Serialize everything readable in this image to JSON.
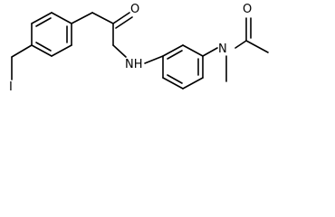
{
  "atoms": {
    "iodine": "I",
    "amide_oxygen": "O",
    "amide_nitrogen": "NH",
    "acetyl_oxygen": "O",
    "tertiary_nitrogen": "N"
  }
}
